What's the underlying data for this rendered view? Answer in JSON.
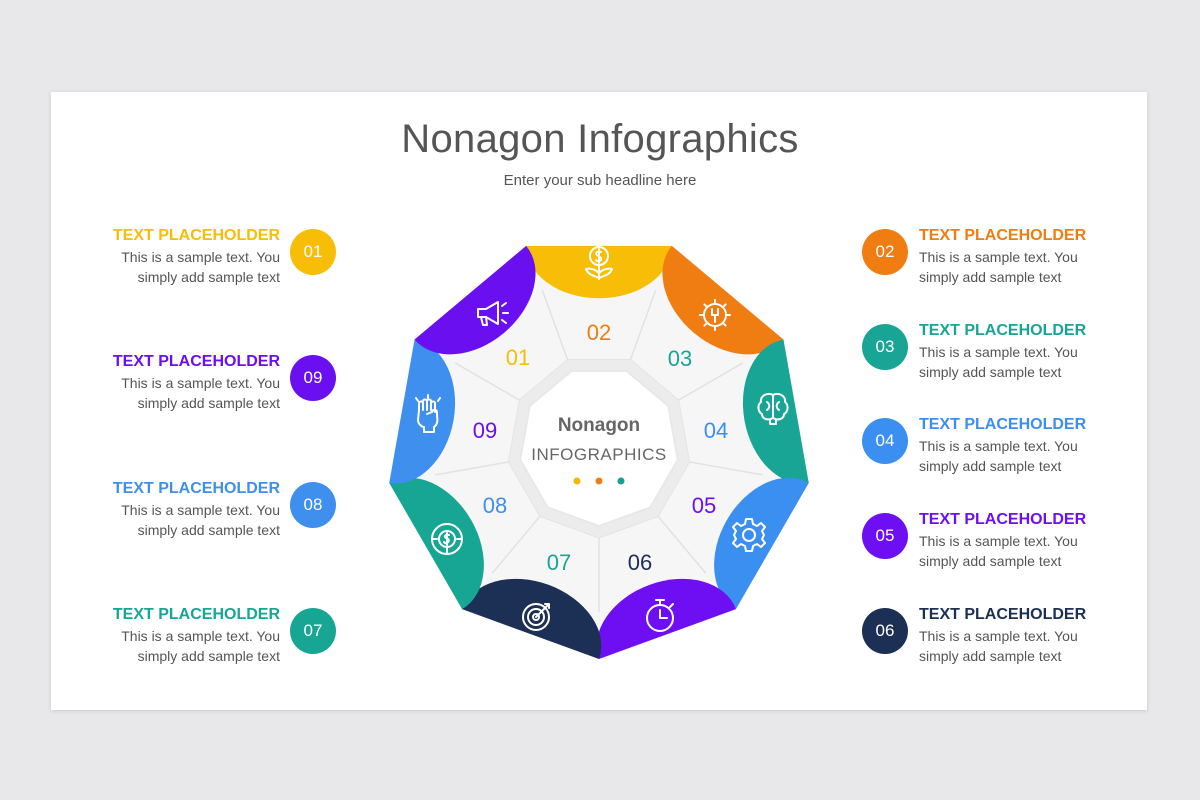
{
  "title": "Nonagon Infographics",
  "subtitle": "Enter your sub headline here",
  "center": {
    "line1": "Nonagon",
    "line2": "INFOGRAPHICS",
    "dot_colors": [
      "#f5b800",
      "#ee7d16",
      "#1a9e8f"
    ]
  },
  "colors": {
    "01": "#f7bd07",
    "02": "#ef7d12",
    "03": "#18a595",
    "04": "#3b8ff0",
    "05": "#6d0ff2",
    "06": "#1c2f55",
    "07": "#17a693",
    "08": "#3f8fee",
    "09": "#6a0ff0"
  },
  "segments": [
    {
      "num": "01",
      "icon": "megaphone-icon"
    },
    {
      "num": "02",
      "icon": "money-plant-icon"
    },
    {
      "num": "03",
      "icon": "gear-wrench-icon"
    },
    {
      "num": "04",
      "icon": "brain-icon"
    },
    {
      "num": "05",
      "icon": "gear-icon"
    },
    {
      "num": "06",
      "icon": "stopwatch-icon"
    },
    {
      "num": "07",
      "icon": "target-icon"
    },
    {
      "num": "08",
      "icon": "money-cycle-icon"
    },
    {
      "num": "09",
      "icon": "fist-icon"
    }
  ],
  "left_items": [
    {
      "num": "01",
      "heading": "TEXT PLACEHOLDER",
      "line1": "This is a sample text. You",
      "line2": "simply add sample text"
    },
    {
      "num": "09",
      "heading": "TEXT PLACEHOLDER",
      "line1": "This is a sample text. You",
      "line2": "simply add sample text"
    },
    {
      "num": "08",
      "heading": "TEXT PLACEHOLDER",
      "line1": "This is a sample text. You",
      "line2": "simply add sample text"
    },
    {
      "num": "07",
      "heading": "TEXT PLACEHOLDER",
      "line1": "This is a sample text. You",
      "line2": "simply add sample text"
    }
  ],
  "right_items": [
    {
      "num": "02",
      "heading": "TEXT PLACEHOLDER",
      "line1": "This is a sample text. You",
      "line2": "simply add sample text"
    },
    {
      "num": "03",
      "heading": "TEXT PLACEHOLDER",
      "line1": "This is a sample text. You",
      "line2": "simply add sample text"
    },
    {
      "num": "04",
      "heading": "TEXT PLACEHOLDER",
      "line1": "This is a sample text. You",
      "line2": "simply add sample text"
    },
    {
      "num": "05",
      "heading": "TEXT PLACEHOLDER",
      "line1": "This is a sample text. You",
      "line2": "simply add sample text"
    },
    {
      "num": "06",
      "heading": "TEXT PLACEHOLDER",
      "line1": "This is a sample text. You",
      "line2": "simply add sample text"
    }
  ]
}
